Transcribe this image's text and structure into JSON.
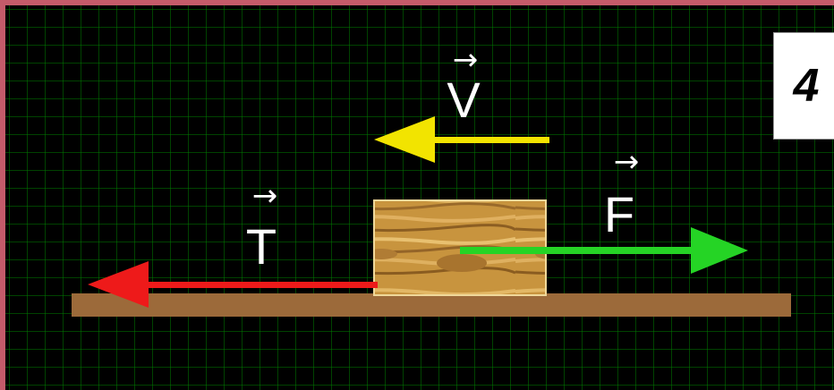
{
  "panel": {
    "number": "4"
  },
  "vectors": {
    "v": {
      "symbol": "V",
      "arrow": "→",
      "color": "#f2e400"
    },
    "f": {
      "symbol": "F",
      "arrow": "→",
      "color": "#25d425"
    },
    "t": {
      "symbol": "T",
      "arrow": "→",
      "color": "#ee1a1a"
    }
  },
  "colors": {
    "frame_border": "#c45b6a",
    "grid": "#007800",
    "ground": "#9c6a3a",
    "block_wood": "#c8943e"
  }
}
